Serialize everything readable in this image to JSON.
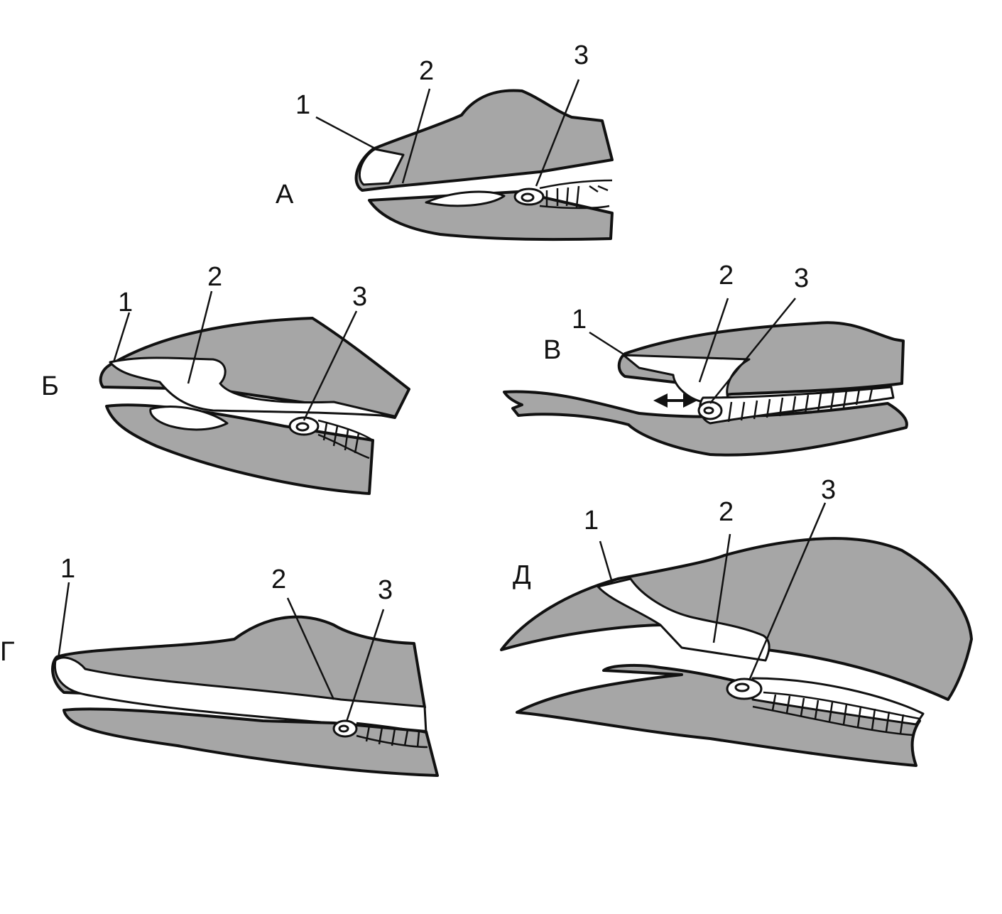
{
  "panels": [
    {
      "letter": "А",
      "labels": [
        "1",
        "2",
        "3"
      ]
    },
    {
      "letter": "Б",
      "labels": [
        "1",
        "2",
        "3"
      ]
    },
    {
      "letter": "В",
      "labels": [
        "1",
        "2",
        "3"
      ]
    },
    {
      "letter": "Г",
      "labels": [
        "1",
        "2",
        "3"
      ]
    },
    {
      "letter": "Д",
      "labels": [
        "1",
        "2",
        "3"
      ]
    }
  ],
  "colors": {
    "fill": "#a6a6a6",
    "outline": "#111111",
    "background": "#ffffff"
  }
}
